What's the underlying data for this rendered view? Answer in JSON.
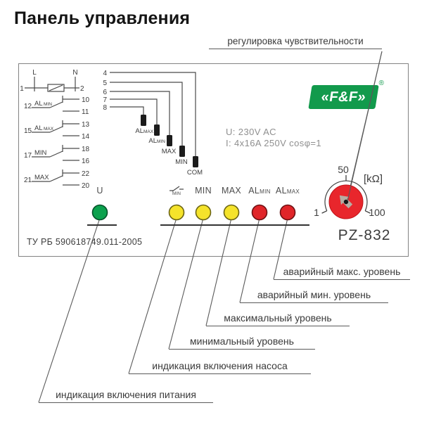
{
  "title": "Панель управления",
  "callouts": {
    "sensitivity": "регулировка чувствительности",
    "alarm_max": "аварийный макс. уровень",
    "alarm_min": "аварийный мин. уровень",
    "max_level": "максимальный уровень",
    "min_level": "минимальный уровень",
    "pump_on": "индикация включения насоса",
    "power_on": "индикация включения питания"
  },
  "panel": {
    "brand": "«F&F»",
    "registered": "®",
    "model": "PZ-832",
    "certificate": "ТУ РБ 590618749.011-2005",
    "specs": {
      "voltage": "U: 230V AC",
      "current": "I: 4x16A 250V cosφ=1"
    },
    "knob": {
      "mid": "50",
      "min": "1",
      "max": "100",
      "unit": "[kΩ]"
    },
    "colors": {
      "led_green": "#0ca14e",
      "led_yellow": "#f5e32b",
      "led_red": "#e02529",
      "brand_green": "#129a4c",
      "knob_red": "#e8262c"
    },
    "leds": {
      "power_label": "U",
      "pump_sub": "MIN",
      "min": "MIN",
      "max": "MAX",
      "almin_main": "AL",
      "almin_sub": "MIN",
      "almax_main": "AL",
      "almax_sub": "MAX"
    },
    "schematic": {
      "l": "L",
      "n": "N",
      "t1": "1",
      "t2": "2",
      "contacts": [
        {
          "num": "12",
          "label": "AL",
          "sub": "MIN",
          "no": "10",
          "nc": "11"
        },
        {
          "num": "15",
          "label": "AL",
          "sub": "MAX",
          "no": "13",
          "nc": "14"
        },
        {
          "num": "17",
          "label": "MIN",
          "sub": "",
          "no": "18",
          "nc": "16"
        },
        {
          "num": "21",
          "label": "MAX",
          "sub": "",
          "no": "22",
          "nc": "20"
        }
      ],
      "probes": [
        {
          "num": "8",
          "label": "AL",
          "sub": "MAX"
        },
        {
          "num": "7",
          "label": "AL",
          "sub": "MIN"
        },
        {
          "num": "6",
          "label": "MAX",
          "sub": ""
        },
        {
          "num": "5",
          "label": "MIN",
          "sub": ""
        },
        {
          "num": "4",
          "label": "COM",
          "sub": ""
        }
      ]
    }
  }
}
